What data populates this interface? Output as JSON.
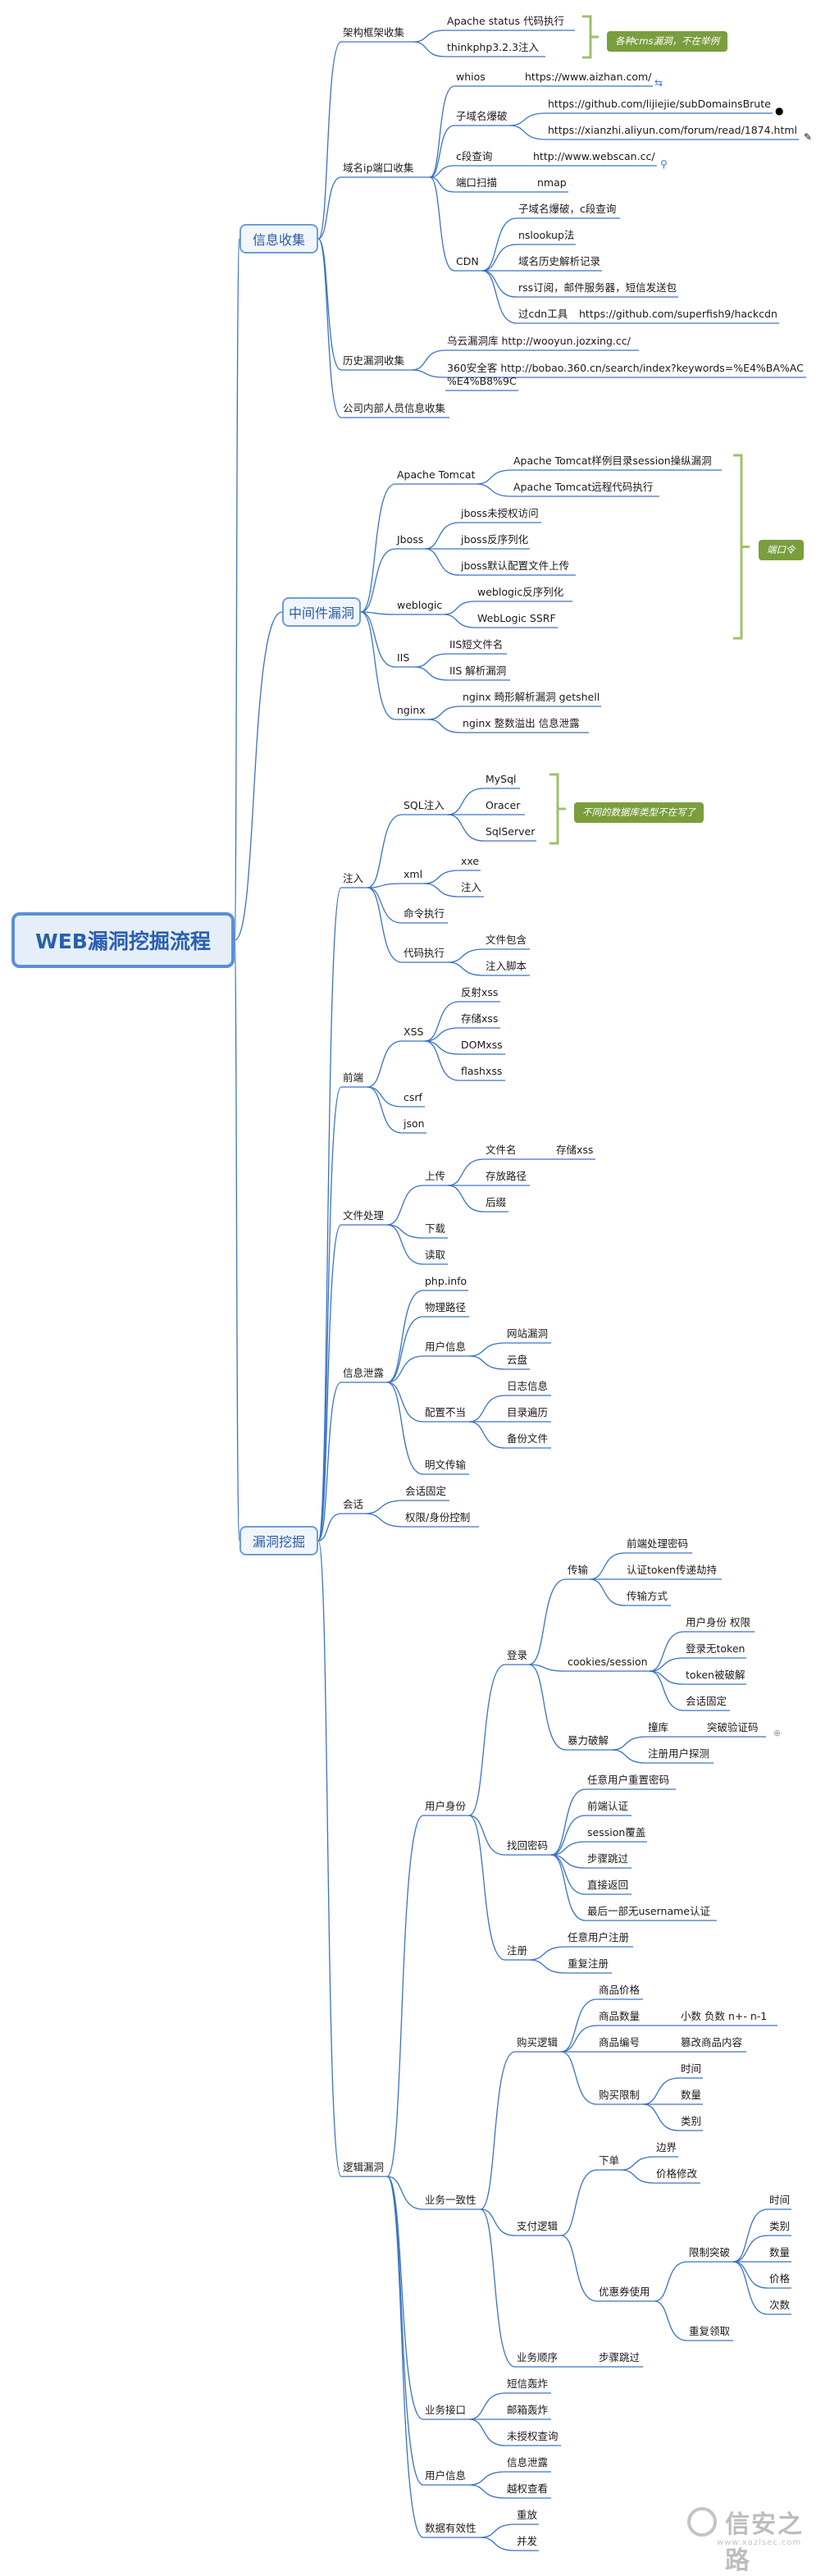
{
  "root": "WEB漏洞挖掘流程",
  "major": {
    "info": "信息收集",
    "middleware": "中间件漏洞",
    "vuln": "漏洞挖掘"
  },
  "callouts": {
    "cms": "各种cms漏洞，不在举例",
    "port": "端口令",
    "db": "不同的数据库类型不在写了"
  },
  "info": {
    "framework": "架构框架收集",
    "apache_status": "Apache status 代码执行",
    "thinkphp": "thinkphp3.2.3注入",
    "domain_ip": "域名ip端口收集",
    "whois": "whios",
    "whois_url": "https://www.aizhan.com/",
    "subdomain": "子域名爆破",
    "sub_url1": "https://github.com/lijiejie/subDomainsBrute",
    "sub_url2": "https://xianzhi.aliyun.com/forum/read/1874.html",
    "c_segment": "c段查询",
    "c_url": "http://www.webscan.cc/",
    "port_scan": "端口扫描",
    "nmap": "nmap",
    "cdn": "CDN",
    "cdn1": "子域名爆破，c段查询",
    "cdn2": "nslookup法",
    "cdn3": "域名历史解析记录",
    "cdn4": "rss订阅，邮件服务器，短信发送包",
    "cdn5": "过cdn工具",
    "cdn5_url": "https://github.com/superfish9/hackcdn",
    "history": "历史漏洞收集",
    "wooyun": "乌云漏洞库 http://wooyun.jozxing.cc/",
    "bobao1": "360安全客 http://bobao.360.cn/search/index?keywords=%E4%BA%AC",
    "bobao2": "%E4%B8%9C",
    "staff": "公司内部人员信息收集"
  },
  "middleware": {
    "tomcat": "Apache Tomcat",
    "tomcat1": "Apache Tomcat样例目录session操纵漏洞",
    "tomcat2": "Apache Tomcat远程代码执行",
    "jboss": "Jboss",
    "jboss1": "jboss未授权访问",
    "jboss2": "jboss反序列化",
    "jboss3": "jboss默认配置文件上传",
    "weblogic": "weblogic",
    "weblogic1": "weblogic反序列化",
    "weblogic2": "WebLogic SSRF",
    "iis": "IIS",
    "iis1": "IIS短文件名",
    "iis2": "IIS 解析漏洞",
    "nginx": "nginx",
    "nginx1": "nginx 畸形解析漏洞 getshell",
    "nginx2": "nginx 整数溢出 信息泄露"
  },
  "vuln": {
    "inject": "注入",
    "sqli": "SQL注入",
    "mysql": "MySql",
    "oracle": "Oracer",
    "sqlserver": "SqlServer",
    "xml": "xml",
    "xxe": "xxe",
    "xml_inject": "注入",
    "cmd": "命令执行",
    "code_exec": "代码执行",
    "file_include": "文件包含",
    "inject_script": "注入脚本",
    "frontend": "前端",
    "xss": "XSS",
    "xss1": "反射xss",
    "xss2": "存储xss",
    "xss3": "DOMxss",
    "xss4": "flashxss",
    "csrf": "csrf",
    "json": "json",
    "file_proc": "文件处理",
    "upload": "上传",
    "filename": "文件名",
    "stored_xss": "存储xss",
    "store_path": "存放路径",
    "suffix": "后缀",
    "download": "下载",
    "read": "读取",
    "leak": "信息泄露",
    "phpinfo": "php.info",
    "phys_path": "物理路径",
    "user_info": "用户信息",
    "netdisk_vuln": "网站漏洞",
    "cloud": "云盘",
    "misconfig": "配置不当",
    "log_info": "日志信息",
    "dir_traverse": "目录遍历",
    "backup": "备份文件",
    "plaintext": "明文传输",
    "session": "会话",
    "session_fix": "会话固定",
    "privilege": "权限/身份控制",
    "logic": "逻辑漏洞",
    "identity": "用户身份",
    "login": "登录",
    "transfer": "传输",
    "fe_proc": "前端处理密码",
    "token_hijack": "认证token传递劫持",
    "transfer_method": "传输方式",
    "cookies": "cookies/session",
    "user_priv": "用户身份 权限",
    "no_token": "登录无token",
    "token_crack": "token被破解",
    "session_fix2": "会话固定",
    "brute": "暴力破解",
    "crack_words": "撞库",
    "captcha": "突破验证码",
    "reg_probe": "注册用户探测",
    "recover": "找回密码",
    "reset_any": "任意用户重置密码",
    "fe_auth": "前端认证",
    "session_cover": "session覆盖",
    "skip_step": "步骤跳过",
    "direct_return": "直接返回",
    "last_step": "最后一部无username认证",
    "register": "注册",
    "reg_any": "任意用户注册",
    "reg_repeat": "重复注册",
    "consistency": "业务一致性",
    "buy_logic": "购买逻辑",
    "price": "商品价格",
    "quantity": "商品数量",
    "quantity_note": "小数  负数 n+- n-1",
    "goods_id": "商品编号",
    "tamper": "篡改商品内容",
    "buy_limit": "购买限制",
    "limit_time": "时间",
    "limit_qty": "数量",
    "limit_type": "类别",
    "pay_logic": "支付逻辑",
    "order": "下单",
    "boundary": "边界",
    "price_mod": "价格修改",
    "coupon": "优惠券使用",
    "limit_break": "限制突破",
    "lb_time": "时间",
    "lb_type": "类别",
    "lb_qty": "数量",
    "lb_price": "价格",
    "lb_times": "次数",
    "repeat_claim": "重复领取",
    "biz_order": "业务顺序",
    "step_skip": "步骤跳过",
    "biz_api": "业务接口",
    "sms_bomb": "短信轰炸",
    "mail_bomb": "邮箱轰炸",
    "unauth_query": "未授权查询",
    "user_info2": "用户信息",
    "info_leak2": "信息泄露",
    "over_priv": "越权查看",
    "data_valid": "数据有效性",
    "replay": "重放",
    "concurrent": "并发"
  },
  "watermark": {
    "main": "信安之路",
    "sub": "www.xazlsec.com"
  },
  "colors": {
    "branch_line": "#3a73c4",
    "bracket": "#9bc26c",
    "callout": "#7a9e3e",
    "root_border": "#5b8fd6"
  }
}
